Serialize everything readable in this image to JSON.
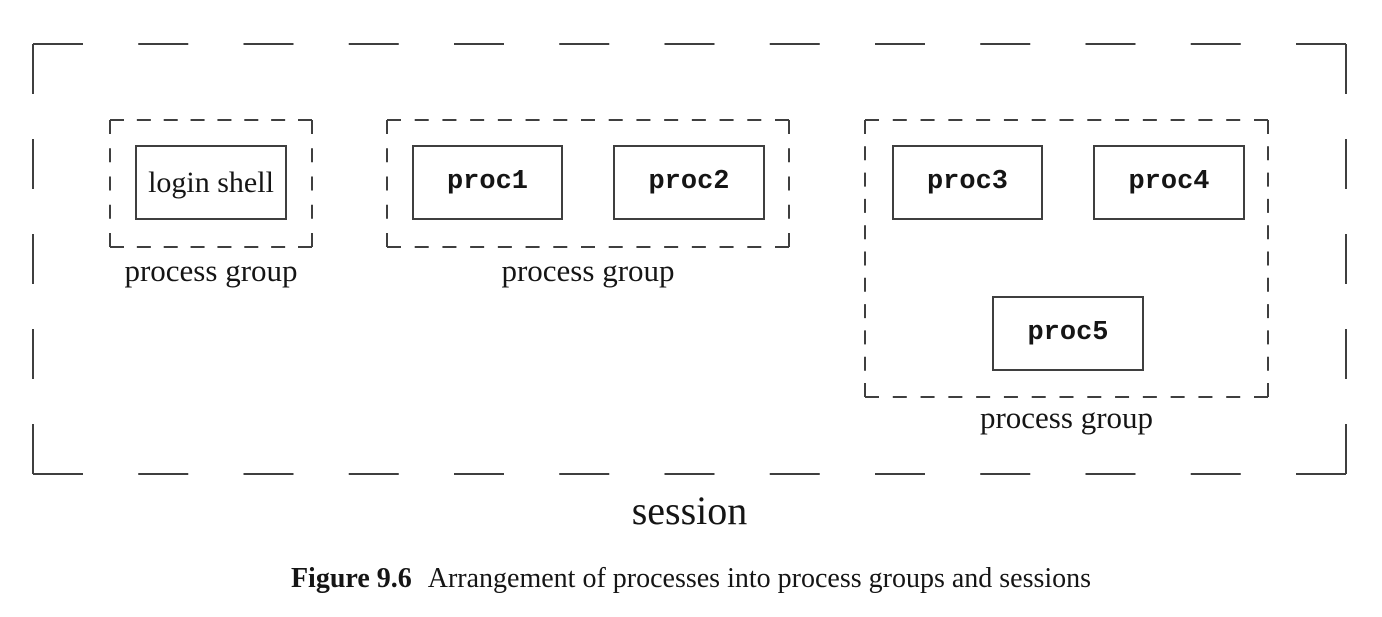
{
  "figure": {
    "session_label": "session",
    "process_groups": [
      {
        "label": "process group",
        "processes": [
          "login shell"
        ]
      },
      {
        "label": "process group",
        "processes": [
          "proc1",
          "proc2"
        ]
      },
      {
        "label": "process group",
        "processes": [
          "proc3",
          "proc4",
          "proc5"
        ]
      }
    ],
    "caption": {
      "number": "Figure 9.6",
      "title": "Arrangement of processes into process groups and sessions"
    }
  },
  "colors": {
    "line": "#3f3f3f",
    "text": "#151515",
    "background": "#ffffff"
  }
}
